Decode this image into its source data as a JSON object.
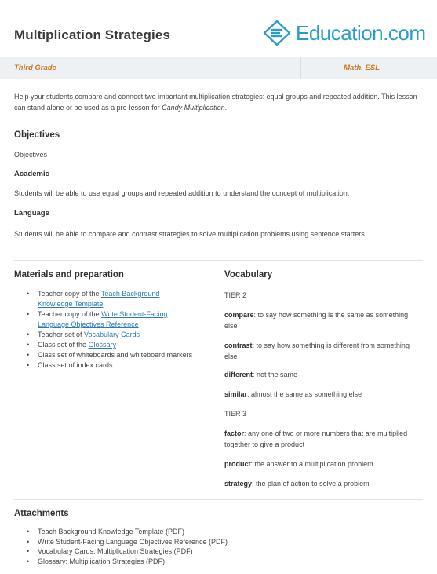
{
  "header": {
    "title": "Multiplication Strategies",
    "logo_text": "Education.com",
    "brand_color": "#2a9dc7"
  },
  "band": {
    "grade": "Third Grade",
    "subject": "Math, ESL",
    "accent_color": "#c97825"
  },
  "intro": {
    "text_before": "Help your students compare and connect two important multiplication strategies: equal groups and repeated addition. This lesson can stand alone or be used as a pre-lesson for ",
    "lesson_link": "Candy Multiplication",
    "text_after": "."
  },
  "objectives": {
    "heading": "Objectives",
    "subheading": "Objectives",
    "academic_heading": "Academic",
    "academic_text": "Students will be able to use equal groups and repeated addition to understand the concept of multiplication.",
    "language_heading": "Language",
    "language_text": "Students will be able to compare and contrast strategies to solve multiplication problems using sentence starters."
  },
  "materials": {
    "heading": "Materials and preparation",
    "items": [
      {
        "pre": "Teacher copy of the ",
        "link": "Teach Background Knowledge Template"
      },
      {
        "pre": "Teacher copy of the ",
        "link": "Write Student-Facing Language Objectives Reference"
      },
      {
        "pre": "Teacher set of ",
        "link": "Vocabulary Cards"
      },
      {
        "pre": "Class set of the ",
        "link": "Glossary"
      },
      {
        "pre": "Class set of whiteboards and whiteboard markers",
        "link": ""
      },
      {
        "pre": "Class set of index cards",
        "link": ""
      }
    ]
  },
  "vocabulary": {
    "heading": "Vocabulary",
    "tier2": "TIER 2",
    "tier3": "TIER 3",
    "terms": [
      {
        "term": "compare",
        "def": ": to say how something is the same as something else"
      },
      {
        "term": "contrast",
        "def": ": to say how something is different from something else"
      },
      {
        "term": "different",
        "def": ": not the same"
      },
      {
        "term": "similar",
        "def": ": almost the same as something else"
      },
      {
        "term": "factor",
        "def": ": any one of two or more numbers that are multiplied together to give a product"
      },
      {
        "term": "product",
        "def": ": the answer to a multiplication problem"
      },
      {
        "term": "strategy",
        "def": ": the plan of action to solve a problem"
      }
    ]
  },
  "attachments": {
    "heading": "Attachments",
    "items": [
      "Teach Background Knowledge Template (PDF)",
      "Write Student-Facing Language Objectives Reference (PDF)",
      "Vocabulary Cards: Multiplication Strategies (PDF)",
      "Glossary: Multiplication Strategies (PDF)"
    ]
  }
}
